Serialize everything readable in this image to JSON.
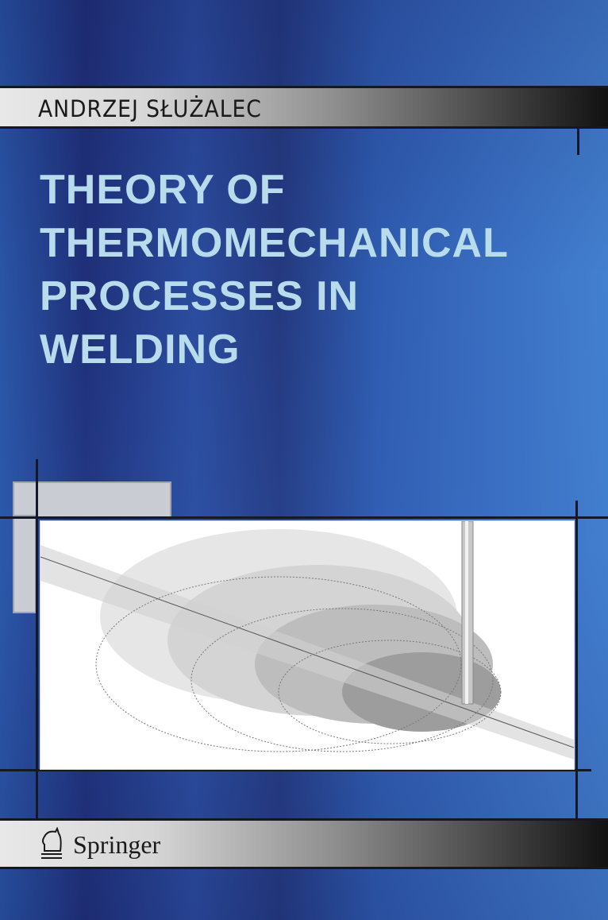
{
  "author": "ANDRZEJ SŁUŻALEC",
  "title_lines": [
    "THEORY OF",
    "THERMOMECHANICAL",
    "PROCESSES IN",
    "WELDING"
  ],
  "publisher": "Springer",
  "colors": {
    "title": "#b9dcec",
    "background": "#2a55a6"
  }
}
